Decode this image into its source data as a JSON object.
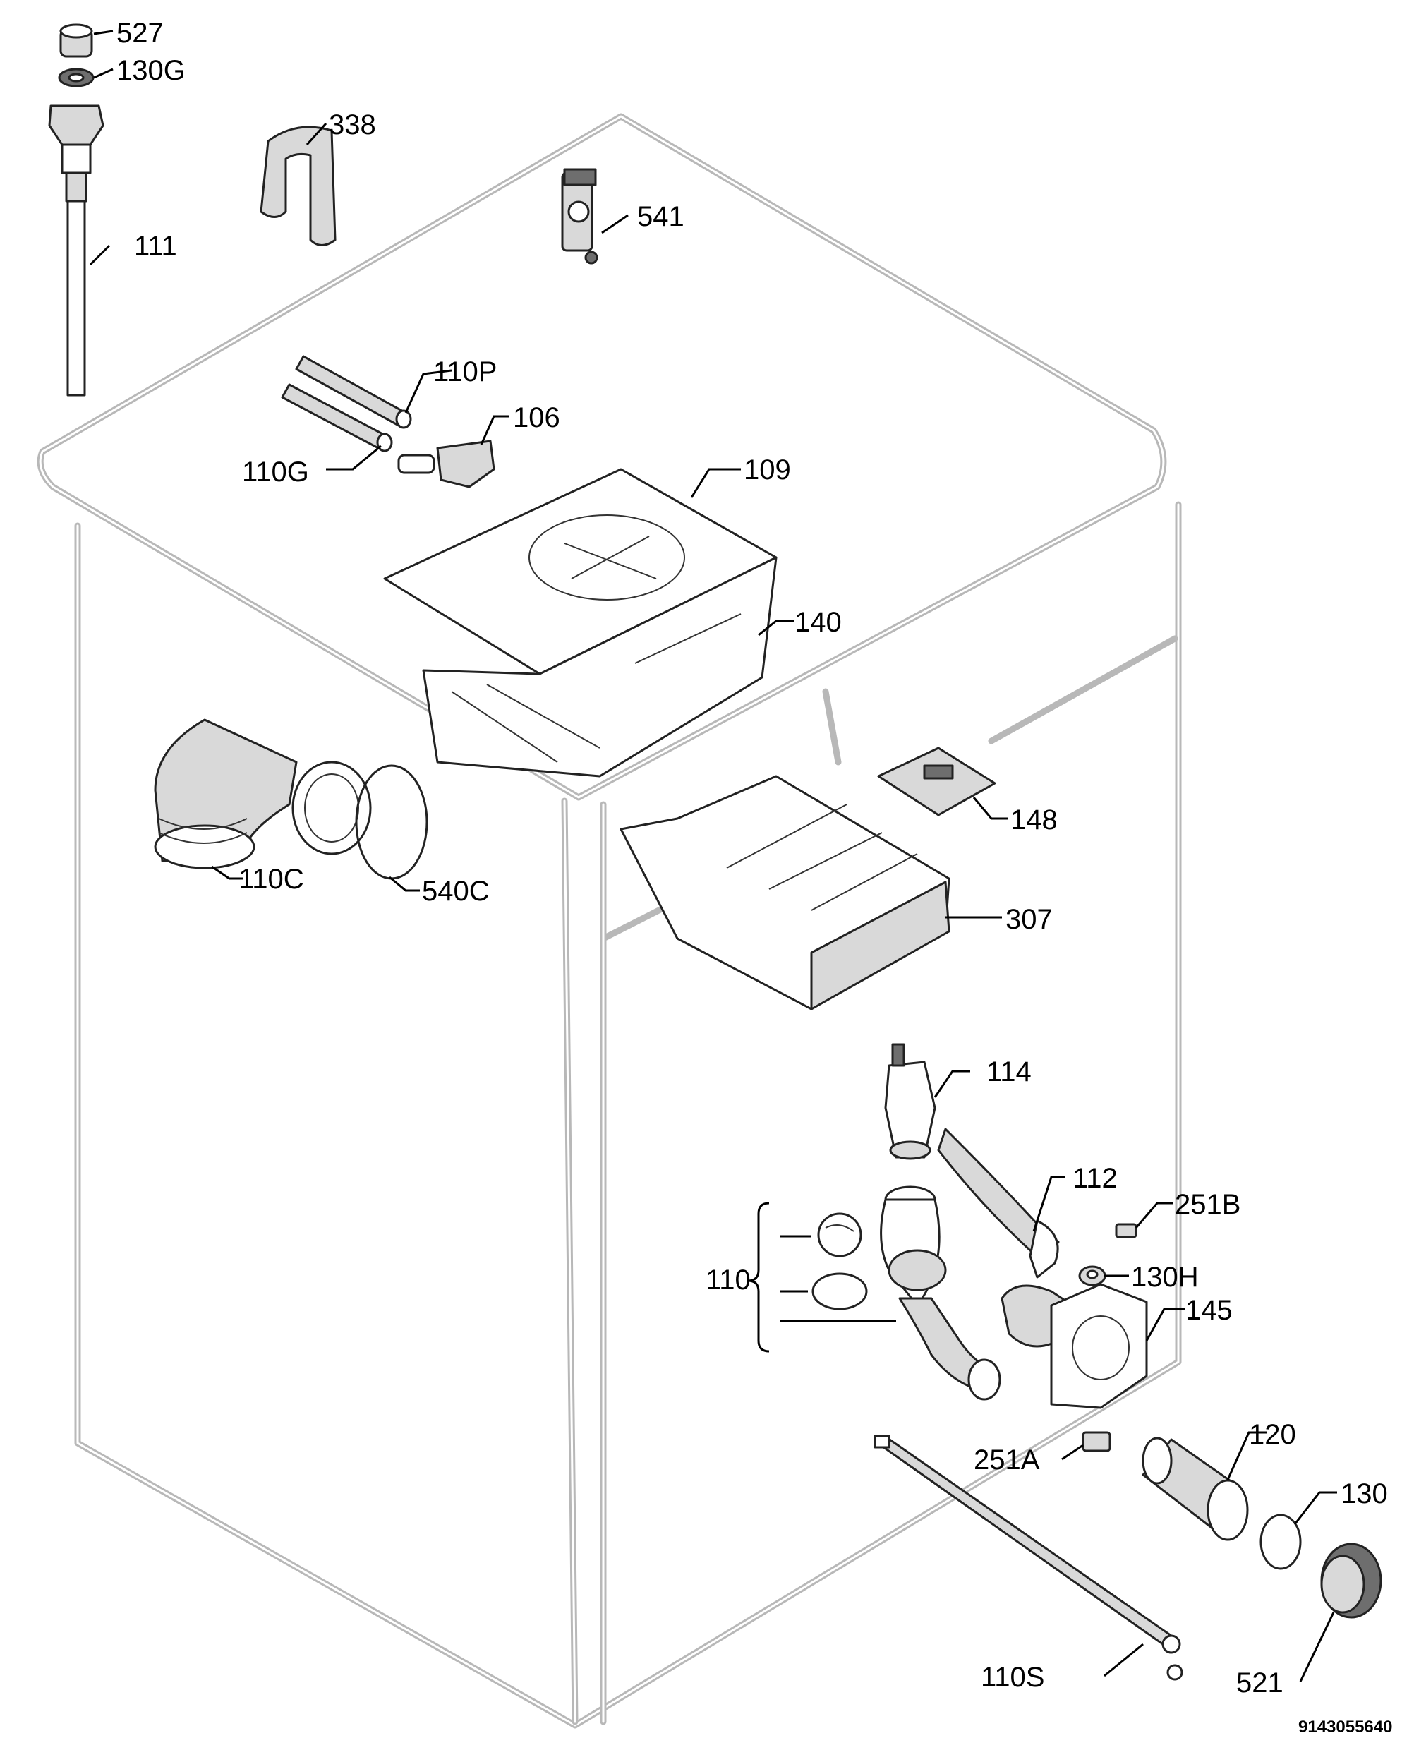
{
  "diagram": {
    "document_number": "9143055640",
    "labels": [
      "527",
      "130G",
      "338",
      "541",
      "111",
      "110P",
      "106",
      "110G",
      "109",
      "140",
      "148",
      "110C",
      "540C",
      "307",
      "114",
      "112",
      "251B",
      "110",
      "130H",
      "145",
      "120",
      "251A",
      "130",
      "110S",
      "521"
    ]
  }
}
